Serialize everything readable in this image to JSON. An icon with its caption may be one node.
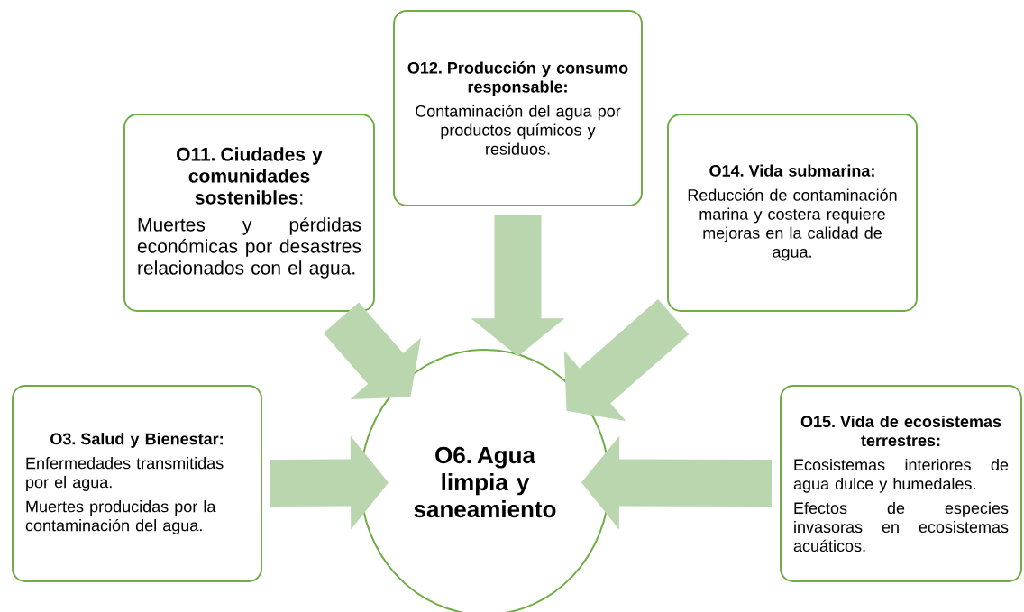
{
  "diagram": {
    "nodes": [
      {
        "text": [
          "**O11. Ciudades y comunidades sostenibles**:",
          "Muertes y pérdidas económicas por desastres relacionados con el agua."
        ]
      },
      {
        "text": [
          "O12. Producción y consumo responsable:",
          "Contaminación del agua por productos químicos y residuos."
        ]
      },
      {
        "text": [
          "O14. Vida submarina:",
          "Reducción de contaminación marina y costera requiere mejoras en la calidad de agua."
        ]
      },
      {
        "text": [
          "O3. Salud y Bienestar:",
          "Enfermedades transmitidas por el agua.",
          "Muertes producidas por la contaminación del agua."
        ]
      },
      {
        "text": [
          "O6. Agua limpia y saneamiento"
        ]
      },
      {
        "text": [
          "O15. Vida de ecosistemas terrestres:",
          "Ecosistemas interiores de agua dulce y humedales.",
          "Efectos de especies invasoras en ecosistemas acuáticos."
        ]
      }
    ],
    "edges": [
      {
        "from": 0,
        "to": 4,
        "arrow": "to"
      },
      {
        "from": 1,
        "to": 4,
        "arrow": "to"
      },
      {
        "from": 2,
        "to": 4,
        "arrow": "to"
      },
      {
        "from": 3,
        "to": 4,
        "arrow": "to"
      },
      {
        "from": 5,
        "to": 4,
        "arrow": "to"
      }
    ]
  }
}
